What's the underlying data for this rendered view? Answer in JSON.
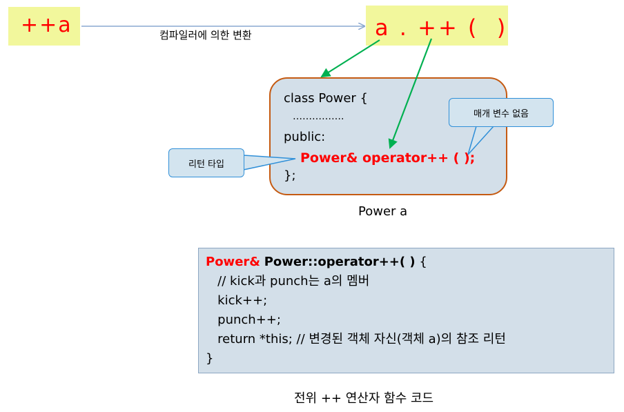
{
  "top": {
    "source_expr": "++a",
    "compiled_expr": "a . ++ (  )",
    "conversion_label": "컴파일러에 의한 변환"
  },
  "class_decl": {
    "line1": "class Power {",
    "line2": "…………….",
    "line3": "public:",
    "operator_decl": "Power& operator++ ( );",
    "line5": "};",
    "object_label": "Power a"
  },
  "callouts": {
    "no_params": "매개 변수 없음",
    "return_type": "리턴 타입"
  },
  "implementation": {
    "sig_return": "Power&",
    "sig_name": "Power::operator++( )",
    "sig_brace": " {",
    "line2": "   // kick과 punch는 a의 멤버",
    "line3": "   kick++;",
    "line4": "   punch++;",
    "line5": "   return *this; // 변경된 객체 자신(객체 a)의 참조 리턴",
    "line6": "}"
  },
  "caption": "전위 ++ 연산자 함수 코드",
  "colors": {
    "highlight_red": "#ff0000",
    "arrow_green": "#00b050",
    "arrow_blue": "#8aa8d0",
    "box_fill": "#d3dfe9",
    "box_border": "#c55a11",
    "yellow": "#f2f79c"
  }
}
